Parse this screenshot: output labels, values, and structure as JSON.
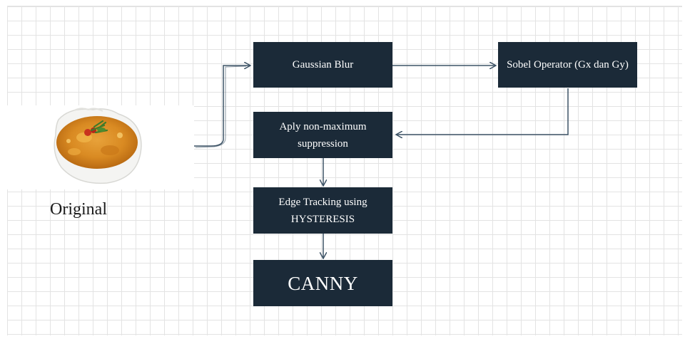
{
  "source_label": "Original",
  "nodes": {
    "gaussian": "Gaussian Blur",
    "sobel": "Sobel Operator (Gx dan Gy)",
    "nms": "Aply non-maximum suppression",
    "hysteresis": "Edge Tracking using HYSTERESIS",
    "canny": "CANNY"
  },
  "colors": {
    "node_fill": "#1b2a38",
    "node_text": "#ffffff",
    "connector": "#3d5366",
    "grid": "#e3e3e3"
  }
}
